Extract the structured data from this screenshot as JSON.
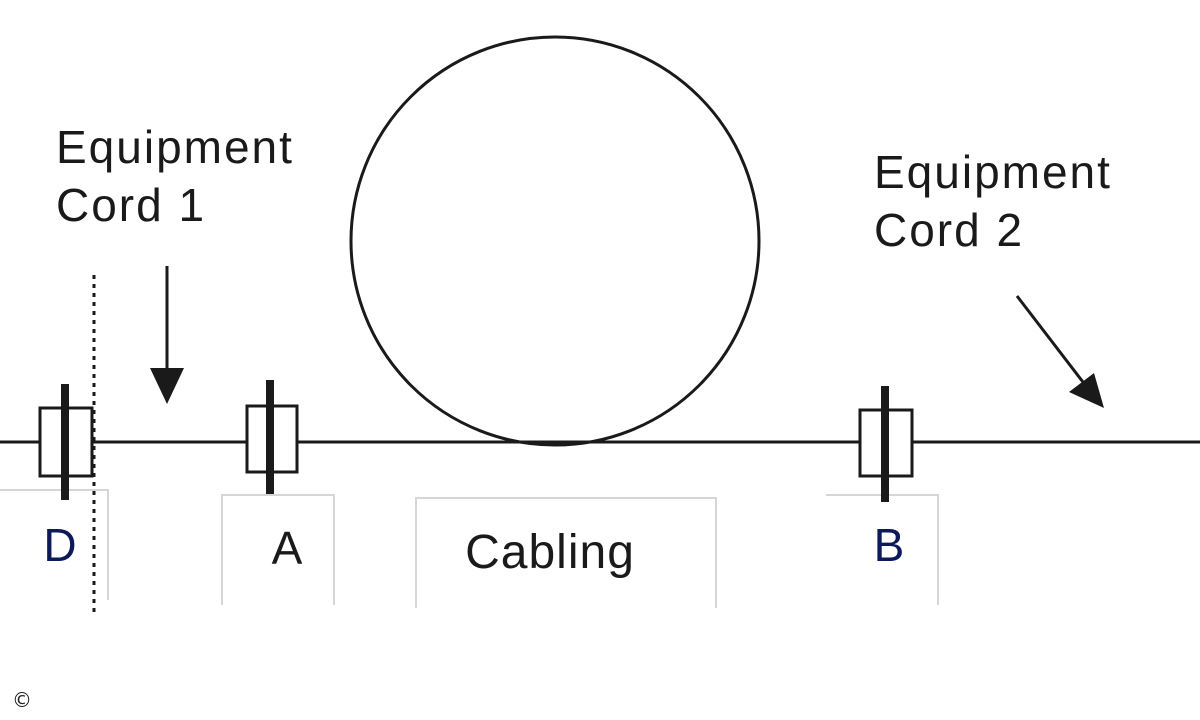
{
  "labels": {
    "equipment_cord_1": {
      "line1": "Equipment",
      "line2": "Cord 1"
    },
    "equipment_cord_2": {
      "line1": "Equipment",
      "line2": "Cord 2"
    },
    "connector_d": "D",
    "connector_a": "A",
    "connector_b": "B",
    "cabling": "Cabling"
  },
  "copyright_symbol": "©",
  "colors": {
    "line": "#1a1a1a",
    "box_border": "#d6d6d6",
    "connector_fill": "#ffffff"
  }
}
